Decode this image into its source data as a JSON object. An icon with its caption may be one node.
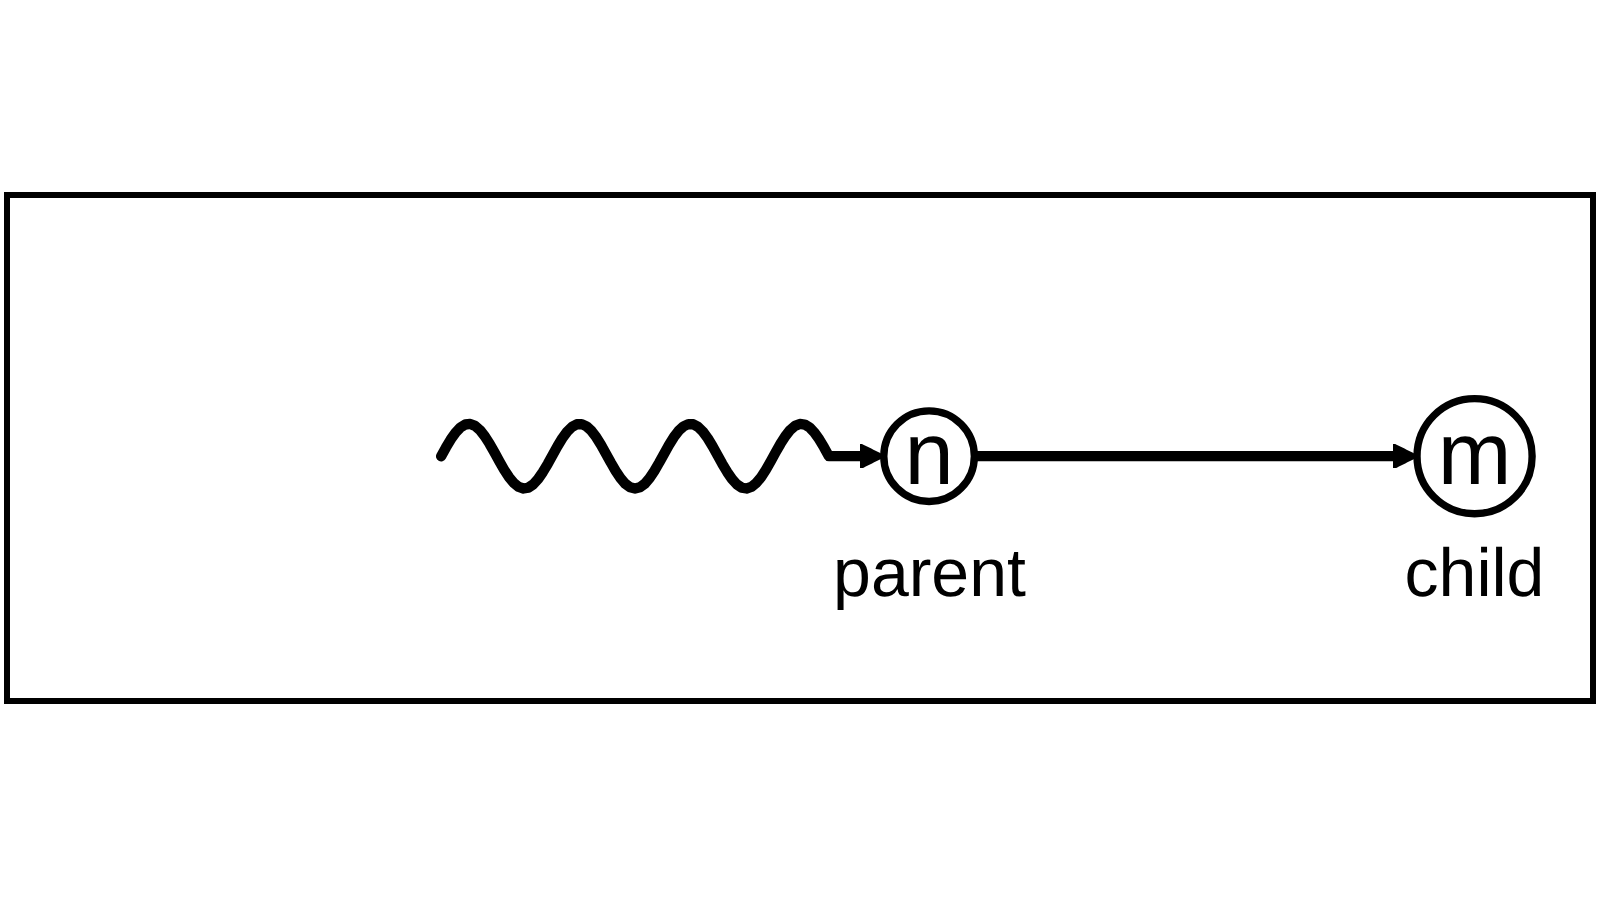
{
  "diagram": {
    "nodes": [
      {
        "text": [
          "n"
        ],
        "beside": [
          "parent"
        ]
      },
      {
        "text": [
          "m"
        ],
        "beside": [
          "child"
        ]
      }
    ],
    "edges": [
      {
        "from": null,
        "to": 0,
        "arrow": "to"
      },
      {
        "from": 0,
        "to": 1,
        "arrow": "to"
      }
    ]
  }
}
